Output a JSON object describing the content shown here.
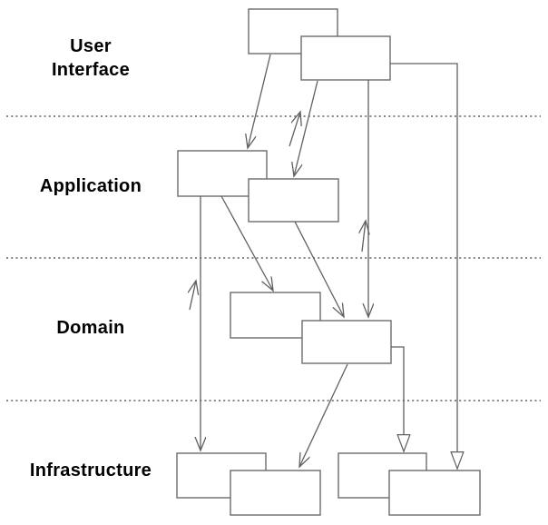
{
  "figure": {
    "type": "layered-architecture-diagram",
    "colors": {
      "line": "#606060",
      "box_border": "#6b6b6b",
      "box_fill": "#ffffff",
      "separator": "#878787",
      "label_text": "#000000",
      "background": "#ffffff"
    },
    "layers": [
      {
        "id": "user-interface",
        "lines": [
          "User",
          "Interface"
        ]
      },
      {
        "id": "application",
        "lines": [
          "Application"
        ]
      },
      {
        "id": "domain",
        "lines": [
          "Domain"
        ]
      },
      {
        "id": "infrastructure",
        "lines": [
          "Infrastructure"
        ]
      }
    ],
    "nodes": [
      {
        "id": "ui-box-1",
        "layer": "user-interface",
        "label": ""
      },
      {
        "id": "ui-box-2",
        "layer": "user-interface",
        "label": ""
      },
      {
        "id": "app-box-1",
        "layer": "application",
        "label": ""
      },
      {
        "id": "app-box-2",
        "layer": "application",
        "label": ""
      },
      {
        "id": "domain-box-1",
        "layer": "domain",
        "label": ""
      },
      {
        "id": "domain-box-2",
        "layer": "domain",
        "label": ""
      },
      {
        "id": "infra-box-1",
        "layer": "infrastructure",
        "label": ""
      },
      {
        "id": "infra-box-2",
        "layer": "infrastructure",
        "label": ""
      },
      {
        "id": "infra-box-3",
        "layer": "infrastructure",
        "label": ""
      },
      {
        "id": "infra-box-4",
        "layer": "infrastructure",
        "label": ""
      }
    ],
    "edges": [
      {
        "from": "ui-box-1",
        "to": "app-box-1",
        "head": "open-v",
        "shape": "straight"
      },
      {
        "from": "ui-box-2",
        "to": "app-box-2",
        "head": "open-v",
        "shape": "straight"
      },
      {
        "from": "ui-box-2",
        "to": "domain-box-2",
        "head": "open-v",
        "shape": "straight-vertical"
      },
      {
        "from": "app-box-1",
        "to": "infra-box-1",
        "head": "open-v",
        "shape": "straight-vertical"
      },
      {
        "from": "app-box-1",
        "to": "domain-box-1",
        "head": "open-v",
        "shape": "straight"
      },
      {
        "from": "app-box-2",
        "to": "domain-box-2",
        "head": "open-v",
        "shape": "straight"
      },
      {
        "from": "domain-box-2",
        "to": "infra-box-2",
        "head": "open-v",
        "shape": "straight"
      },
      {
        "from": "ui-box-2",
        "to": "infra-box-4",
        "head": "hollow-triangle",
        "shape": "elbow"
      },
      {
        "from": "domain-box-2",
        "to": "infra-box-3",
        "head": "hollow-triangle",
        "shape": "elbow"
      },
      {
        "type": "short-up-arrow",
        "near": "ui-box-2 / app-box-2",
        "head": "open-v"
      },
      {
        "type": "short-up-arrow",
        "near": "ui-box-2 / domain-box-2",
        "head": "open-v"
      },
      {
        "type": "short-up-arrow",
        "near": "app-box-1 / infra-box-1",
        "head": "open-v"
      }
    ],
    "separators": {
      "count": 3,
      "style": "dotted"
    }
  }
}
